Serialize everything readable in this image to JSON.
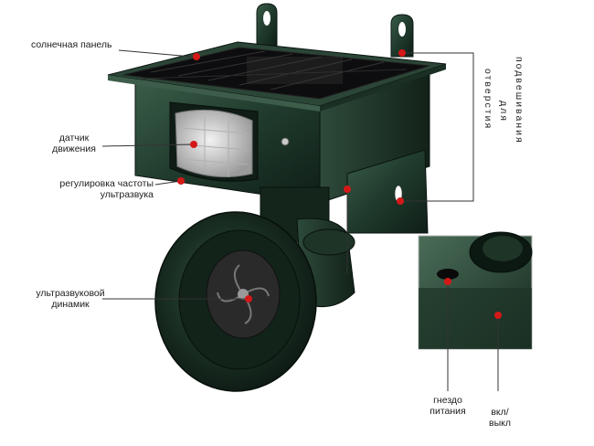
{
  "labels": {
    "solar_panel": "солнечная панель",
    "motion_sensor_line1": "датчик",
    "motion_sensor_line2": "движения",
    "freq_adjust_line1": "регулировка частоты",
    "freq_adjust_line2": "ультразвука",
    "speaker_line1": "ультразвуковой",
    "speaker_line2": "динамик",
    "mount_holes_col1": "отверстия",
    "mount_holes_col2": "для",
    "mount_holes_col3": "подвешивания",
    "power_jack_line1": "гнездо",
    "power_jack_line2": "питания",
    "switch_line1": "вкл/",
    "switch_line2": "выкл"
  },
  "colors": {
    "body": "#1f3a2c",
    "body_dark": "#0f1e17",
    "body_light": "#3c5f4b",
    "marker": "#d41818",
    "sensor": "#d9d9d9"
  }
}
